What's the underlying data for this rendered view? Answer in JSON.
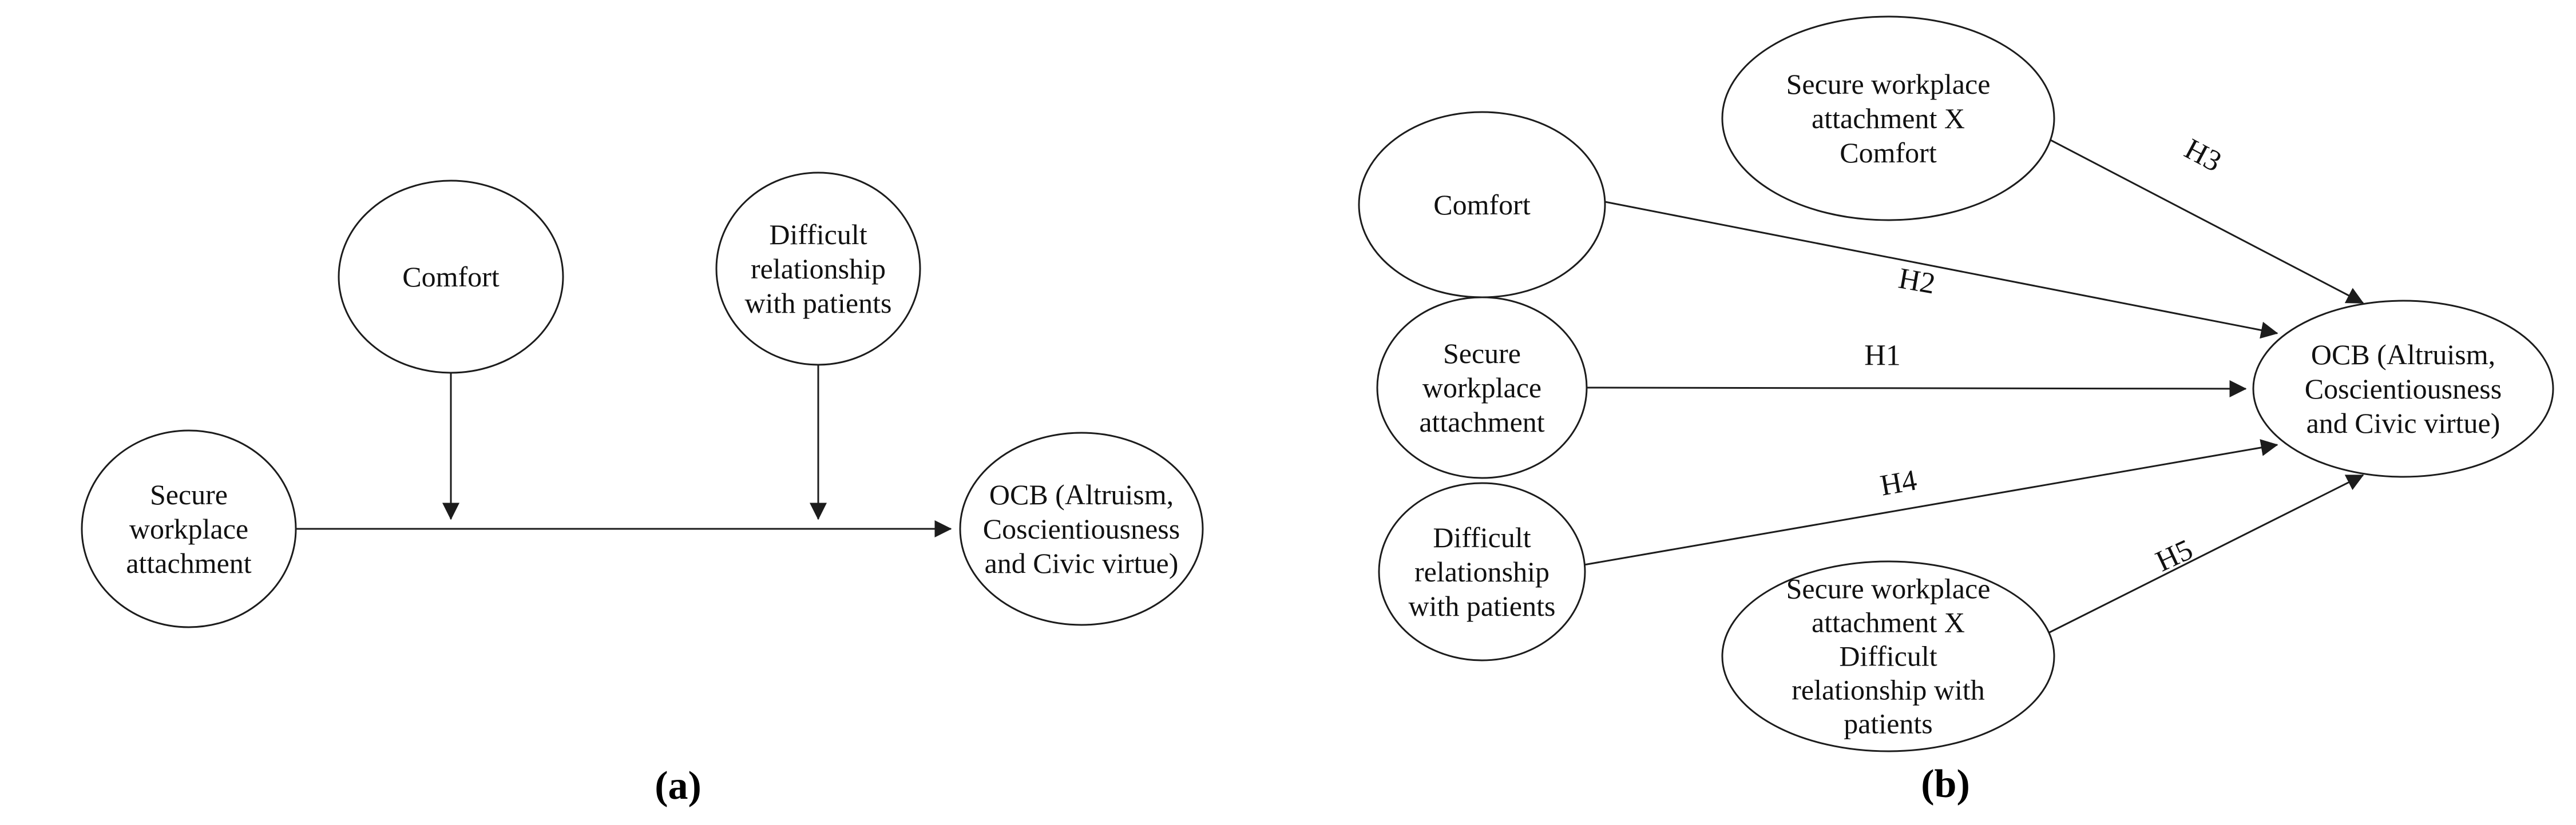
{
  "figure": {
    "background_color": "#ffffff",
    "stroke_color": "#1c1c1c",
    "text_color": "#111111",
    "panel_a": {
      "caption": "(a)",
      "nodes": {
        "secure": {
          "label": "Secure\nworkplace\nattachment"
        },
        "comfort": {
          "label": "Comfort"
        },
        "difficult": {
          "label": "Difficult\nrelationship\nwith patients"
        },
        "ocb": {
          "label": "OCB (Altruism,\nCoscientiousness\nand Civic virtue)"
        }
      },
      "edges": [
        {
          "from": "secure",
          "to": "ocb",
          "label": ""
        },
        {
          "from": "comfort",
          "to": "secure-ocb-arrow",
          "label": ""
        },
        {
          "from": "difficult",
          "to": "secure-ocb-arrow",
          "label": ""
        }
      ]
    },
    "panel_b": {
      "caption": "(b)",
      "nodes": {
        "comfort": {
          "label": "Comfort"
        },
        "secure": {
          "label": "Secure\nworkplace\nattachment"
        },
        "difficult": {
          "label": "Difficult\nrelationship\nwith patients"
        },
        "swa_x_comfort": {
          "label": "Secure workplace\nattachment X\nComfort"
        },
        "swa_x_difficult": {
          "label": "Secure workplace\nattachment X\nDifficult\nrelationship with\npatients"
        },
        "ocb": {
          "label": "OCB (Altruism,\nCoscientiousness\nand Civic virtue)"
        }
      },
      "edges": [
        {
          "from": "secure",
          "to": "ocb",
          "label": "H1"
        },
        {
          "from": "comfort",
          "to": "ocb",
          "label": "H2"
        },
        {
          "from": "swa_x_comfort",
          "to": "ocb",
          "label": "H3"
        },
        {
          "from": "difficult",
          "to": "ocb",
          "label": "H4"
        },
        {
          "from": "swa_x_difficult",
          "to": "ocb",
          "label": "H5"
        }
      ]
    }
  }
}
